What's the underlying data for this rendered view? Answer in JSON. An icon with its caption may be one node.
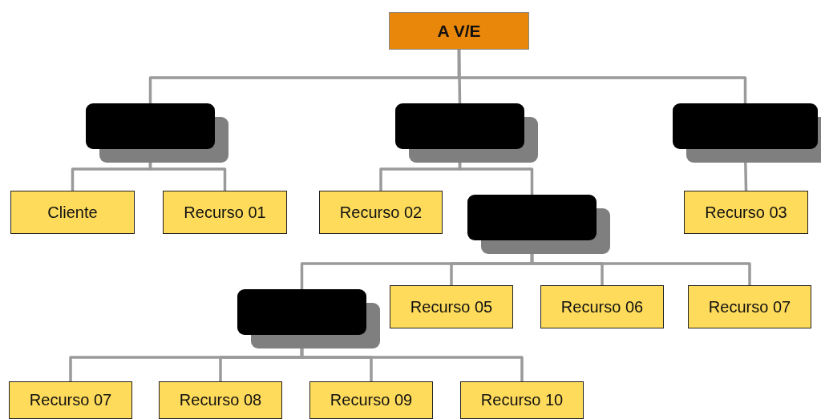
{
  "diagram": {
    "nodes": [
      {
        "text": [
          "A V/E"
        ]
      },
      {
        "text": [],
        "shape": "box"
      },
      {
        "text": [],
        "shape": "box"
      },
      {
        "text": [],
        "shape": "box"
      },
      {
        "text": [
          "Cliente"
        ]
      },
      {
        "text": [
          "Recurso 01"
        ]
      },
      {
        "text": [
          "Recurso 02"
        ]
      },
      {
        "text": [],
        "shape": "box"
      },
      {
        "text": [
          "Recurso 03"
        ]
      },
      {
        "text": [],
        "shape": "box"
      },
      {
        "text": [
          "Recurso 05"
        ]
      },
      {
        "text": [
          "Recurso 06"
        ]
      },
      {
        "text": [
          "Recurso 07"
        ]
      },
      {
        "text": [
          "Recurso 07"
        ]
      },
      {
        "text": [
          "Recurso 08"
        ]
      },
      {
        "text": [
          "Recurso 09"
        ]
      },
      {
        "text": [
          "Recurso 10"
        ]
      }
    ],
    "edges": [
      {
        "from": 0,
        "to": 1,
        "arrow": "none"
      },
      {
        "from": 0,
        "to": 2,
        "arrow": "none"
      },
      {
        "from": 0,
        "to": 3,
        "arrow": "none"
      },
      {
        "from": 1,
        "to": 4,
        "arrow": "none"
      },
      {
        "from": 1,
        "to": 5,
        "arrow": "none"
      },
      {
        "from": 2,
        "to": 6,
        "arrow": "none"
      },
      {
        "from": 2,
        "to": 7,
        "arrow": "none"
      },
      {
        "from": 3,
        "to": 8,
        "arrow": "none"
      },
      {
        "from": 7,
        "to": 9,
        "arrow": "none"
      },
      {
        "from": 7,
        "to": 10,
        "arrow": "none"
      },
      {
        "from": 7,
        "to": 11,
        "arrow": "none"
      },
      {
        "from": 7,
        "to": 12,
        "arrow": "none"
      },
      {
        "from": 9,
        "to": 13,
        "arrow": "none"
      },
      {
        "from": 9,
        "to": 14,
        "arrow": "none"
      },
      {
        "from": 9,
        "to": 15,
        "arrow": "none"
      },
      {
        "from": 9,
        "to": 16,
        "arrow": "none"
      }
    ]
  }
}
